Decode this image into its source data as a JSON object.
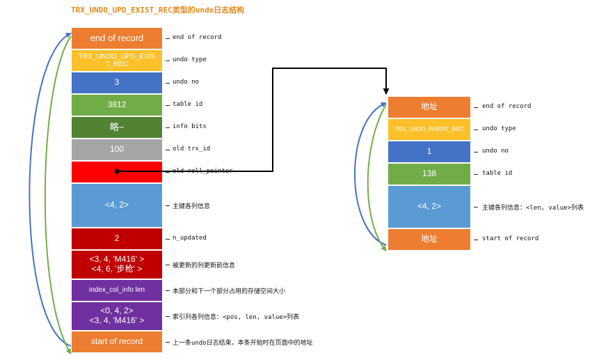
{
  "title": "TRX_UNDO_UPD_EXIST_REC类型的undo日志结构",
  "left_record": {
    "cells": [
      {
        "text": "end of record",
        "label": "end of record",
        "color": "#ed7d31"
      },
      {
        "text": "TRX_UNDO_UPD_EXIS\nT_REC",
        "label": "undo type",
        "color": "#fcc02a"
      },
      {
        "text": "3",
        "label": "undo no",
        "color": "#4472c4"
      },
      {
        "text": "3812",
        "label": "table id",
        "color": "#70ad47"
      },
      {
        "text": "略~",
        "label": "info bits",
        "color": "#548235"
      },
      {
        "text": "100",
        "label": "old trx_id",
        "color": "#a5a5a5"
      },
      {
        "text": "",
        "label": "old roll_pointer",
        "color": "#ff0000"
      },
      {
        "text": "<4, 2>",
        "label": "主键各列信息",
        "color": "#5b9bd5"
      },
      {
        "text": "2",
        "label": "n_updated",
        "color": "#c00000"
      },
      {
        "text": "<3, 4, 'M416' >\n<4, 6, '步枪' >",
        "label": "被更新的列更新前信息",
        "color": "#c00000"
      },
      {
        "text": "index_col_info len",
        "label": "本部分和下一个部分占用的存储空间大小",
        "color": "#7030a0"
      },
      {
        "text": "<0, 4, 2>\n<3, 4, 'M416' >",
        "label": "索引列各列信息：<pos, len, value>列表",
        "color": "#7030a0"
      },
      {
        "text": "start of record",
        "label": "上一条undo日志结束，本条开始时在页面中的地址",
        "color": "#ed7d31"
      }
    ]
  },
  "right_record": {
    "cells": [
      {
        "text": "地址",
        "label": "end of record",
        "color": "#ed7d31"
      },
      {
        "text": "TRX_UNDO_INSERT_REC",
        "label": "undo type",
        "color": "#fcc02a"
      },
      {
        "text": "1",
        "label": "undo no",
        "color": "#4472c4"
      },
      {
        "text": "138",
        "label": "table id",
        "color": "#70ad47"
      },
      {
        "text": "<4, 2>",
        "label": "主键各列信息：<len, value>列表",
        "color": "#5b9bd5"
      },
      {
        "text": "地址",
        "label": "start of record",
        "color": "#ed7d31"
      }
    ]
  },
  "arrow_colors": {
    "blue": "#4472c4",
    "green": "#70ad47",
    "pointer": "#000000"
  }
}
